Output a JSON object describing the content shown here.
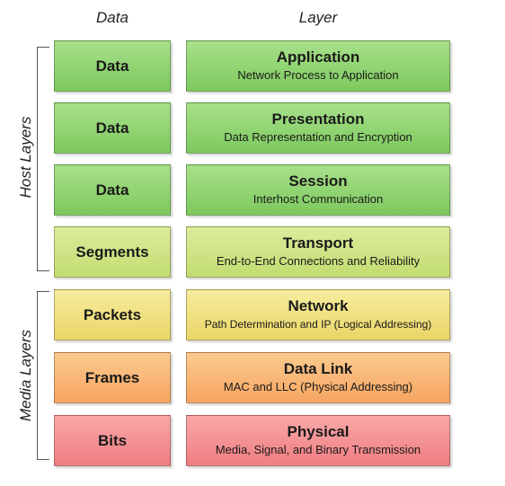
{
  "headers": {
    "data": "Data",
    "layer": "Layer"
  },
  "groups": {
    "host": "Host Layers",
    "media": "Media Layers"
  },
  "rows": [
    {
      "data": "Data",
      "name": "Application",
      "desc": "Network Process to Application",
      "color": "#8fd46f"
    },
    {
      "data": "Data",
      "name": "Presentation",
      "desc": "Data Representation and Encryption",
      "color": "#8fd46f"
    },
    {
      "data": "Data",
      "name": "Session",
      "desc": "Interhost Communication",
      "color": "#8fd46f"
    },
    {
      "data": "Segments",
      "name": "Transport",
      "desc": "End-to-End Connections and Reliability",
      "color": "#cfe486"
    },
    {
      "data": "Packets",
      "name": "Network",
      "desc": "Path Determination and IP (Logical Addressing)",
      "color": "#f0e07f"
    },
    {
      "data": "Frames",
      "name": "Data Link",
      "desc": "MAC and LLC (Physical Addressing)",
      "color": "#f9b774"
    },
    {
      "data": "Bits",
      "name": "Physical",
      "desc": "Media, Signal, and Binary Transmission",
      "color": "#f49196"
    }
  ]
}
